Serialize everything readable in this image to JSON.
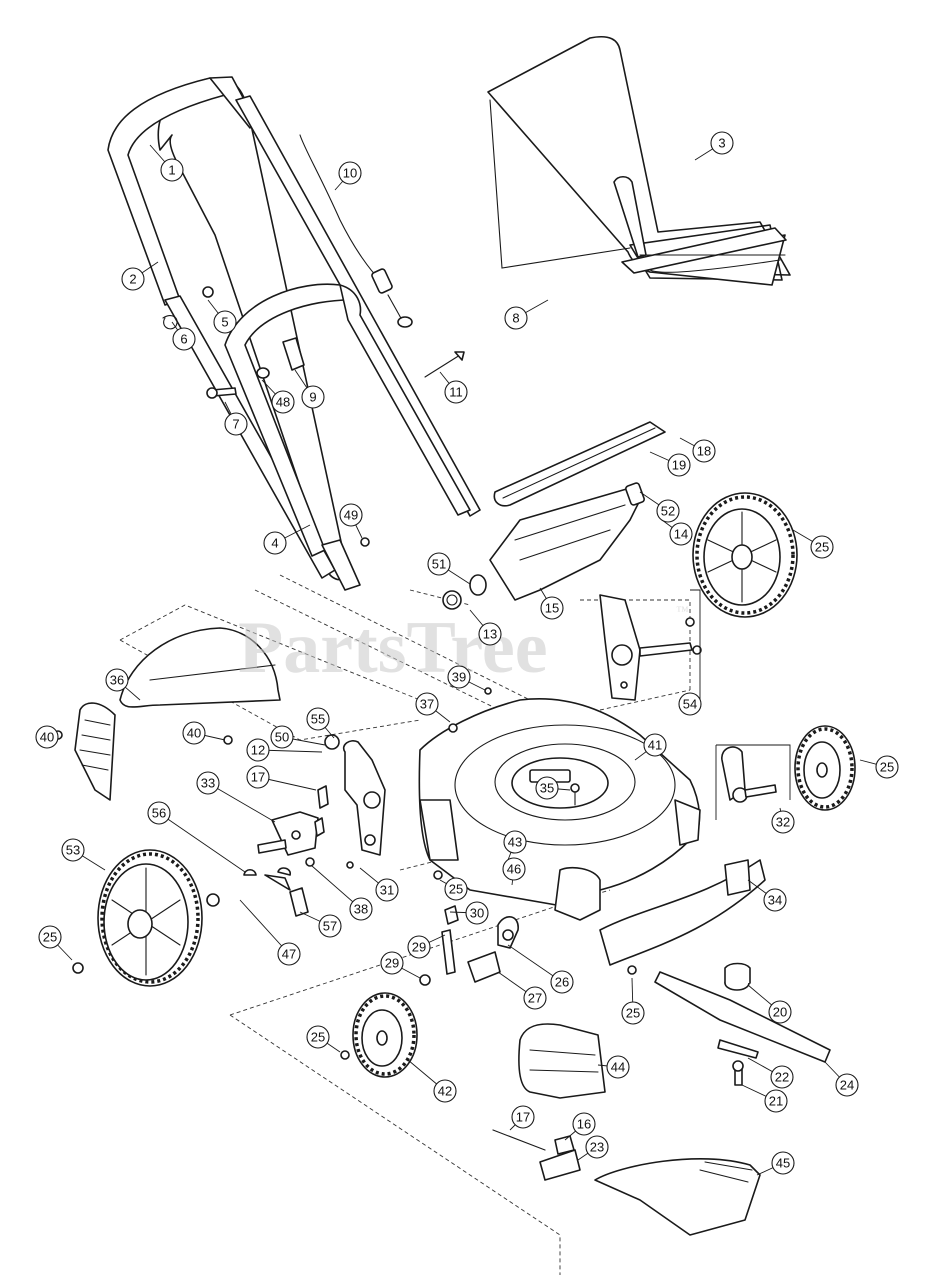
{
  "watermark": {
    "text": "PartsTree",
    "mark": "™"
  },
  "callouts": [
    {
      "n": "1"
    },
    {
      "n": "2"
    },
    {
      "n": "3"
    },
    {
      "n": "4"
    },
    {
      "n": "5"
    },
    {
      "n": "6"
    },
    {
      "n": "7"
    },
    {
      "n": "8"
    },
    {
      "n": "9"
    },
    {
      "n": "10"
    },
    {
      "n": "11"
    },
    {
      "n": "12"
    },
    {
      "n": "13"
    },
    {
      "n": "14"
    },
    {
      "n": "15"
    },
    {
      "n": "16"
    },
    {
      "n": "17"
    },
    {
      "n": "17"
    },
    {
      "n": "18"
    },
    {
      "n": "19"
    },
    {
      "n": "20"
    },
    {
      "n": "21"
    },
    {
      "n": "22"
    },
    {
      "n": "23"
    },
    {
      "n": "24"
    },
    {
      "n": "25"
    },
    {
      "n": "25"
    },
    {
      "n": "25"
    },
    {
      "n": "25"
    },
    {
      "n": "25"
    },
    {
      "n": "25"
    },
    {
      "n": "26"
    },
    {
      "n": "27"
    },
    {
      "n": "29"
    },
    {
      "n": "29"
    },
    {
      "n": "30"
    },
    {
      "n": "31"
    },
    {
      "n": "32"
    },
    {
      "n": "33"
    },
    {
      "n": "34"
    },
    {
      "n": "35"
    },
    {
      "n": "36"
    },
    {
      "n": "37"
    },
    {
      "n": "38"
    },
    {
      "n": "39"
    },
    {
      "n": "40"
    },
    {
      "n": "40"
    },
    {
      "n": "41"
    },
    {
      "n": "42"
    },
    {
      "n": "43"
    },
    {
      "n": "44"
    },
    {
      "n": "45"
    },
    {
      "n": "46"
    },
    {
      "n": "47"
    },
    {
      "n": "48"
    },
    {
      "n": "49"
    },
    {
      "n": "50"
    },
    {
      "n": "51"
    },
    {
      "n": "52"
    },
    {
      "n": "53"
    },
    {
      "n": "54"
    },
    {
      "n": "55"
    },
    {
      "n": "56"
    },
    {
      "n": "57"
    }
  ]
}
